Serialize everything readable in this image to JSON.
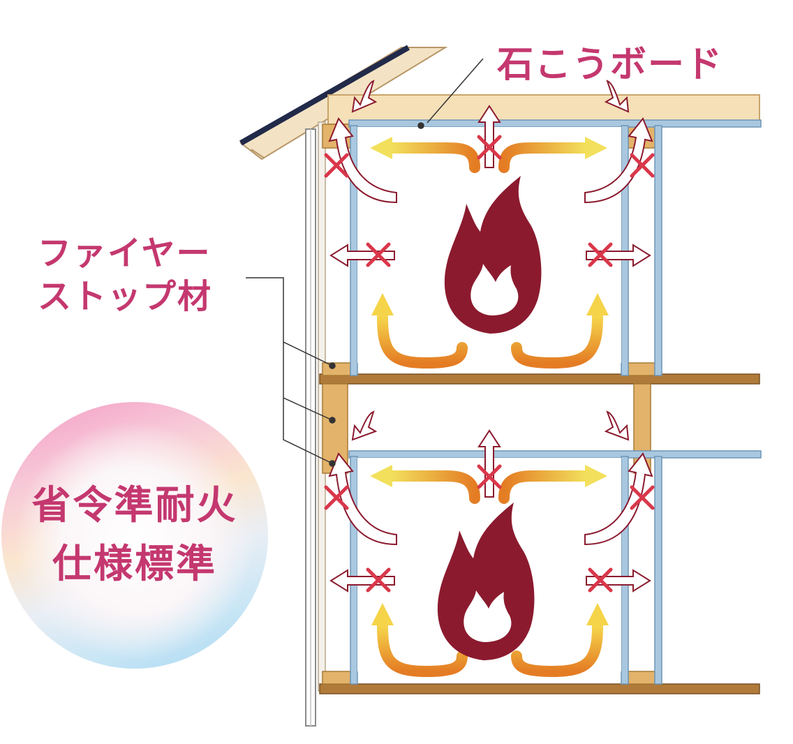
{
  "labels": {
    "gypsum_board": "石こうボード",
    "fire_stop_line1": "ファイヤー",
    "fire_stop_line2": "ストップ材"
  },
  "badge": {
    "line1": "省令準耐火",
    "line2": "仕様標準"
  },
  "colors": {
    "label_magenta": "#c4386f",
    "flame_red": "#8b1a2e",
    "block_x_red": "#d9374a",
    "wood_beam": "#b07a3a",
    "gypsum_blue": "#a9c8e0",
    "wood_block": "#e3b36b",
    "heat_yellow": "#f2d64b",
    "heat_orange": "#e88a2a"
  }
}
